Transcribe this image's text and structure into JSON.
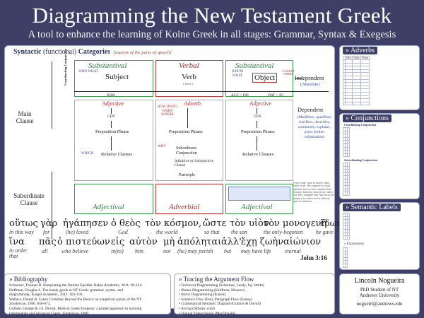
{
  "title": "Diagramming the New Testament Greek",
  "subtitle": "A tool to enhance the learning of Koine Greek in all stages: Grammar, Syntax & Exegesis",
  "categories": {
    "heading_bold1": "Syntactic",
    "heading_mid": "(functional)",
    "heading_bold2": "Categories",
    "heading_sub": "[aspects of the parts of speech]",
    "col_substantival_1": "Substantival",
    "col_verbal": "Verbal",
    "col_substantival_2": "Substantival",
    "who_what": "WHO WHAT",
    "whom_what": "WHOM WHAT",
    "to_whom": "to WHOM WHERE",
    "subject": "Subject",
    "verb": "Verb",
    "object": "Object",
    "finite": "( finite )",
    "nom": "NOM",
    "acc_do": "ACC = DO",
    "dat_io": "DAT = IO",
    "coordinating": "Coordinating Conjunction",
    "adjective_1": "Adjective",
    "gen_1": "GEN",
    "prep_phrase_1": "Preposition Phrase",
    "which": "WHICH",
    "relative_clauses": "Relative Clauses",
    "adverb": "Adverb",
    "how_why": "HOW (WHY) WHEN WHERE",
    "prep_phrase_2": "Preposition Phrase",
    "why": "WHY",
    "subordinate_conj": "Subordinate Conjunction",
    "infinitive": "Infinitive or Subjunctive Clause",
    "participle": "Participle",
    "adjective_2": "Adjective",
    "gen_2": "GEN",
    "prep_phrase_3": "Preposition Phrase",
    "relative_clauses_2": "Relative Clauses",
    "adjectival_1": "Adjectival",
    "adverbial": "Adverbial",
    "adjectival_2": "Adjectival",
    "main_clause": "Main Clause",
    "subordinate_clause": "Subordinate Clause",
    "independent": "Independent",
    "absolute": "(Absolute)",
    "dependent": "Dependent",
    "dependent_desc": "(Modifiers, qualifiers, clarifiers, describes, comments, explains, gives further information)",
    "note_right": "Every 'noun' a part of speech, share some words - the categories of traits and their, but it is how complete their syntactic function, syntactic use, that is how they, complete their function in the sentence, in context and in different types of sentences."
  },
  "verse": {
    "line1_greek": [
      "οὕτως",
      "γὰρ",
      "ἠγάπησεν",
      "ὁ θεὸς",
      "τὸν κόσμον,",
      "ὥστε",
      "τὸν υἱὸν",
      "τὸν μονογενῆ",
      "ἔδωκεν,"
    ],
    "line1_eng": [
      "in this way",
      "for",
      "(he) loved",
      "God",
      "the world",
      "so that",
      "the son",
      "the only-begotten",
      "he gave"
    ],
    "line2_greek": [
      "ἵνα",
      "πᾶς",
      "ὁ πιστεύων",
      "εἰς",
      "αὐτὸν",
      "μὴ",
      "ἀπόληται",
      "ἀλλ'",
      "ἔχῃ ζωὴν",
      "αἰώνιον"
    ],
    "line2_eng": [
      "in order that",
      "all",
      "who believe",
      "in(to)",
      "him",
      "not",
      "(he) may perish",
      "but",
      "may have life",
      "eternal"
    ],
    "ref": "John 3:16"
  },
  "adverbs": {
    "heading": "» Adverbs",
    "cols": [
      "",
      "Who",
      "What",
      "When"
    ]
  },
  "conjunctions": {
    "heading": "» Conjunctions",
    "sub1": "Coordinating Conjunction",
    "sub2": "Subordinating Conjunction"
  },
  "semantic": {
    "heading": "» Semantic Labels",
    "expressions": "» Expressions"
  },
  "bibliography": {
    "heading": "» Bibliography",
    "items": [
      "Schreiner, Thomas R. Interpreting the Pauline Epistles. Baker Academic, 2011. 69-124.",
      "Huffman, Douglas S. The handy guide to NT Greek: grammar, syntax, and",
      "    diagramming. Kregel Academic, 2012. 103-118.",
      "Wallace, Daniel B. Greek Grammar Beyond the Basics: an exegetical syntax of the NT.",
      "    Zondervan, 1996. 656-673.",
      "Guthrie, George & J.S. Duvall. Biblical Greek Exegesis: a graded approach to learning",
      "    intermediate and advanced Greek. Zondervan, 1998."
    ]
  },
  "tracing": {
    "heading": "» Tracing the Argument Flow",
    "items": [
      "Technical Diagramming (Schreiner, Leedy, Jay Smith)",
      "Phrase Diagramming (Huffman, Mounce)",
      "Block Diagramming (Kaiser)",
      "Sentence Flow (Fee); Paragraph Flow (Easley)",
      "Grammatical/Semantic Diagram (Guthrie & Duvall)",
      "Arcing (biblearc.com)",
      "Textual Transcription (MacDonald)"
    ]
  },
  "author": {
    "name": "Lincoln Nogueira",
    "role": "PhD Student of NT",
    "univ": "Andrews University",
    "email": "nogueirl@andrews.edu"
  },
  "colors": {
    "background": "#3d3f66",
    "substantival": "#2e8a44",
    "verbal": "#c02828",
    "object_blue": "#2f4aa8"
  }
}
